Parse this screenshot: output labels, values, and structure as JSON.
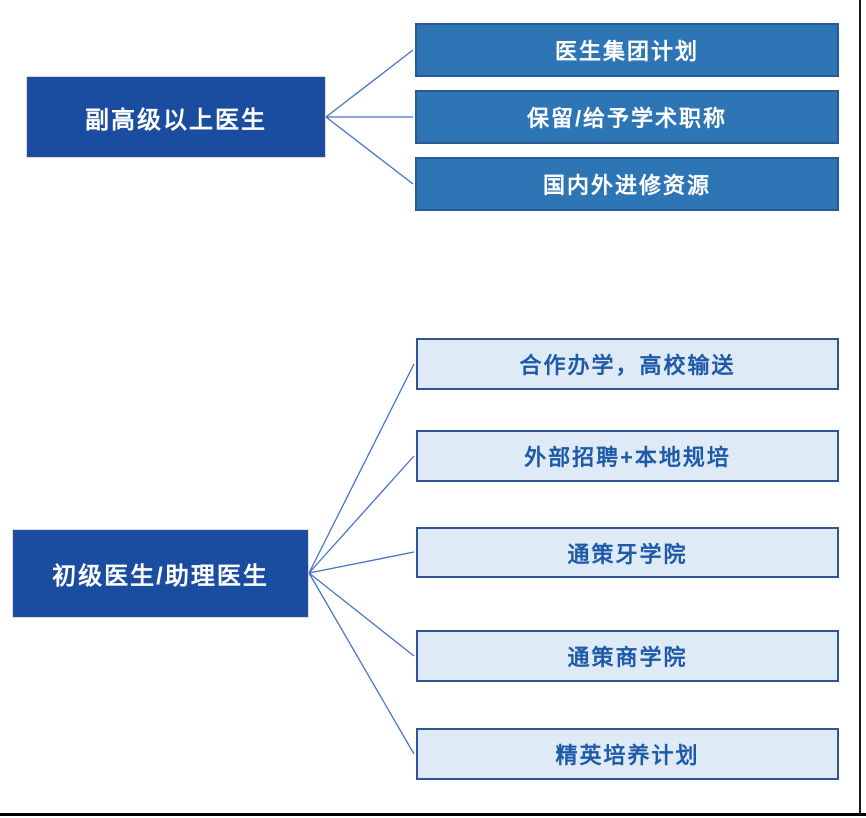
{
  "diagram": {
    "top": {
      "source": "副高级以上医生",
      "targets": [
        "医生集团计划",
        "保留/给予学术职称",
        "国内外进修资源"
      ]
    },
    "bottom": {
      "source": "初级医生/助理医生",
      "targets": [
        "合作办学，高校输送",
        "外部招聘+本地规培",
        "通策牙学院",
        "通策商学院",
        "精英培养计划"
      ]
    },
    "colors": {
      "source_fill": "#1A4C9F",
      "top_target_fill": "#2E75B6",
      "top_target_border": "#2A5A94",
      "bottom_target_fill": "#DEEBF7",
      "bottom_target_border": "#2F5597",
      "bottom_target_text": "#1F5AA8",
      "connector_line": "#4472C4",
      "page_border": "#000000",
      "source_text": "#FFFFFF",
      "top_target_text": "#FFFFFF"
    }
  }
}
